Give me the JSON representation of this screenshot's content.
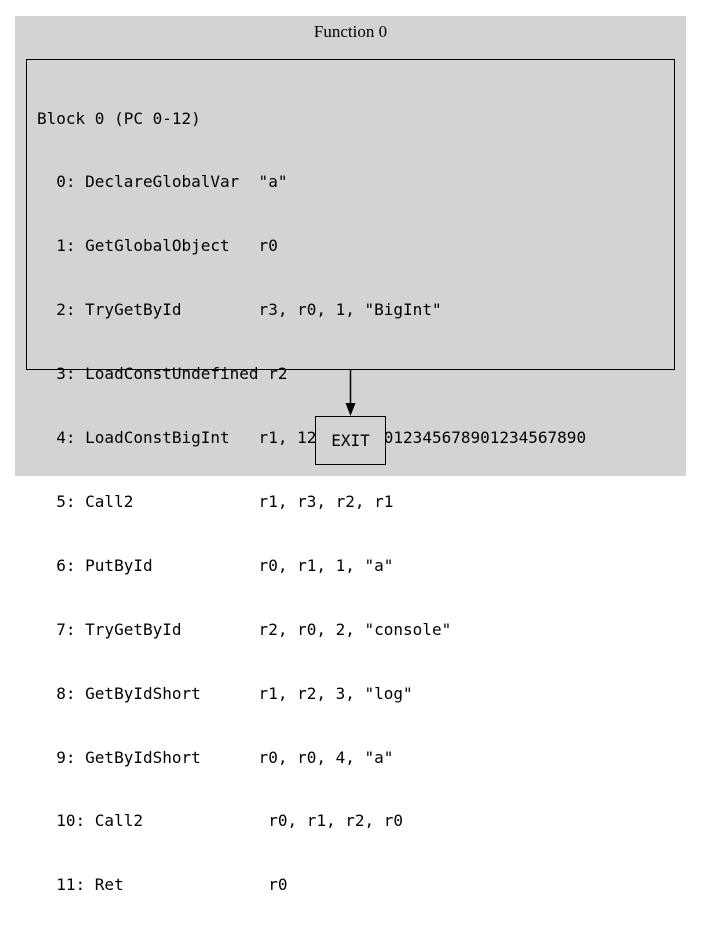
{
  "cluster": {
    "title": "Function 0"
  },
  "block": {
    "header": "Block 0 (PC 0-12)",
    "lines": [
      "  0: DeclareGlobalVar  \"a\"",
      "  1: GetGlobalObject   r0",
      "  2: TryGetById        r3, r0, 1, \"BigInt\"",
      "  3: LoadConstUndefined r2",
      "  4: LoadConstBigInt   r1, 123456789012345678901234567890",
      "  5: Call2             r1, r3, r2, r1",
      "  6: PutById           r0, r1, 1, \"a\"",
      "  7: TryGetById        r2, r0, 2, \"console\"",
      "  8: GetByIdShort      r1, r2, 3, \"log\"",
      "  9: GetByIdShort      r0, r0, 4, \"a\"",
      "  10: Call2             r0, r1, r2, r0",
      "  11: Ret               r0"
    ]
  },
  "exit": {
    "label": "EXIT"
  }
}
